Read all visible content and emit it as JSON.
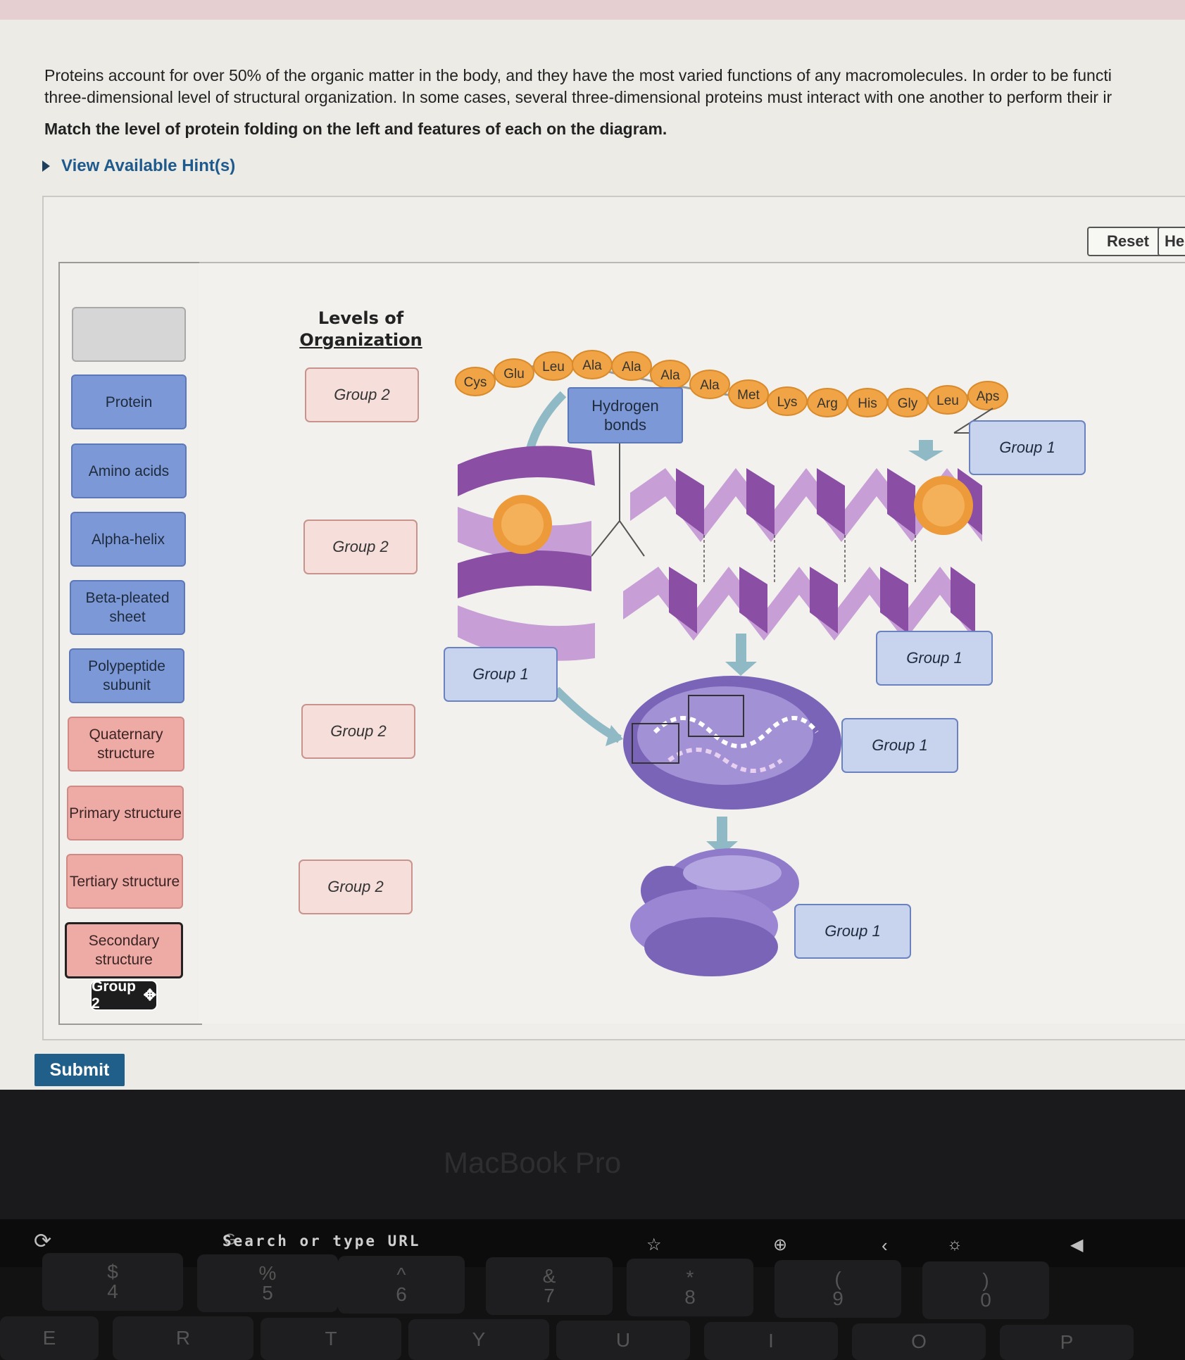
{
  "intro": {
    "line1": "Proteins account for over 50% of the organic matter in the body, and they have the most varied functions of any macromolecules. In order to be functi",
    "line2": "three-dimensional level of structural organization. In some cases, several three-dimensional proteins must interact with one another to perform their ir",
    "instruction": "Match the level of protein folding on the left and features of each on the diagram."
  },
  "hint_link": "View Available Hint(s)",
  "toolbar": {
    "reset": "Reset",
    "help": "He"
  },
  "bank": {
    "items": [
      {
        "label": "Protein",
        "group": "blue"
      },
      {
        "label": "Amino acids",
        "group": "blue"
      },
      {
        "label": "Alpha-helix",
        "group": "blue"
      },
      {
        "label": "Beta-pleated sheet",
        "group": "blue"
      },
      {
        "label": "Polypeptide subunit",
        "group": "blue"
      },
      {
        "label": "Quaternary structure",
        "group": "pink"
      },
      {
        "label": "Primary structure",
        "group": "pink"
      },
      {
        "label": "Tertiary structure",
        "group": "pink"
      },
      {
        "label": "Secondary structure",
        "group": "pink"
      }
    ],
    "drag_tooltip": "Group 2"
  },
  "levels_title": {
    "line1": "Levels of",
    "line2": "Organization"
  },
  "targets": {
    "group2": [
      "Group 2",
      "Group 2",
      "Group 2",
      "Group 2"
    ],
    "group1": [
      "Group 1",
      "Group 1",
      "Group 1",
      "Group 1",
      "Group 1"
    ]
  },
  "hydrogen_bonds": "Hydrogen bonds",
  "amino_chain": [
    "Cys",
    "Glu",
    "Leu",
    "Ala",
    "Ala",
    "Ala",
    "Ala",
    "Met",
    "Lys",
    "Arg",
    "His",
    "Gly",
    "Leu",
    "Aps"
  ],
  "submit": "Submit",
  "bezel": "MacBook Pro",
  "touchbar": {
    "search": "Search or type URL"
  },
  "keyboard": {
    "row1": [
      {
        "top": "$",
        "bottom": "4"
      },
      {
        "top": "%",
        "bottom": "5"
      },
      {
        "top": "^",
        "bottom": "6"
      },
      {
        "top": "&",
        "bottom": "7"
      },
      {
        "top": "*",
        "bottom": "8"
      },
      {
        "top": "(",
        "bottom": "9"
      },
      {
        "top": ")",
        "bottom": "0"
      }
    ],
    "row2": [
      "E",
      "R",
      "T",
      "Y",
      "U",
      "I",
      "O",
      "P"
    ]
  }
}
